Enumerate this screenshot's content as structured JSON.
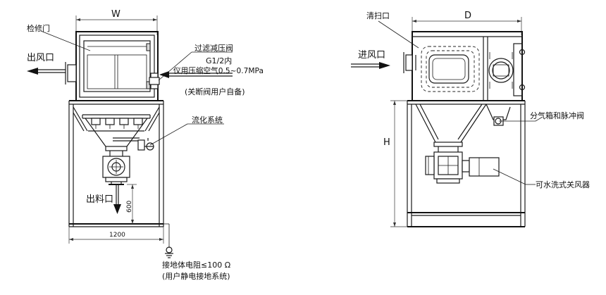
{
  "left_view": {
    "dim_width": "W",
    "label_inspection_door": "检修门",
    "label_air_outlet": "出风口",
    "label_filter_regulator": "过滤减压阀",
    "label_pipe_spec": "G1/2内",
    "label_air_supply": "仪用压缩空气0.5~0.7MPa",
    "label_valve_note": "(关断阀用户自备)",
    "label_fluidization": "流化系统",
    "label_discharge": "出料口",
    "dim_600": "600",
    "dim_1200": "1200",
    "label_ground_resistance": "接地体电阻≤100 Ω",
    "label_ground_note": "(用户静电接地系统)"
  },
  "right_view": {
    "dim_depth": "D",
    "dim_height": "H",
    "label_cleaning_port": "清扫口",
    "label_air_inlet": "进风口",
    "label_pulse_valve": "分气箱和脉冲阀",
    "label_rotary_valve": "可水洗式关风器"
  }
}
